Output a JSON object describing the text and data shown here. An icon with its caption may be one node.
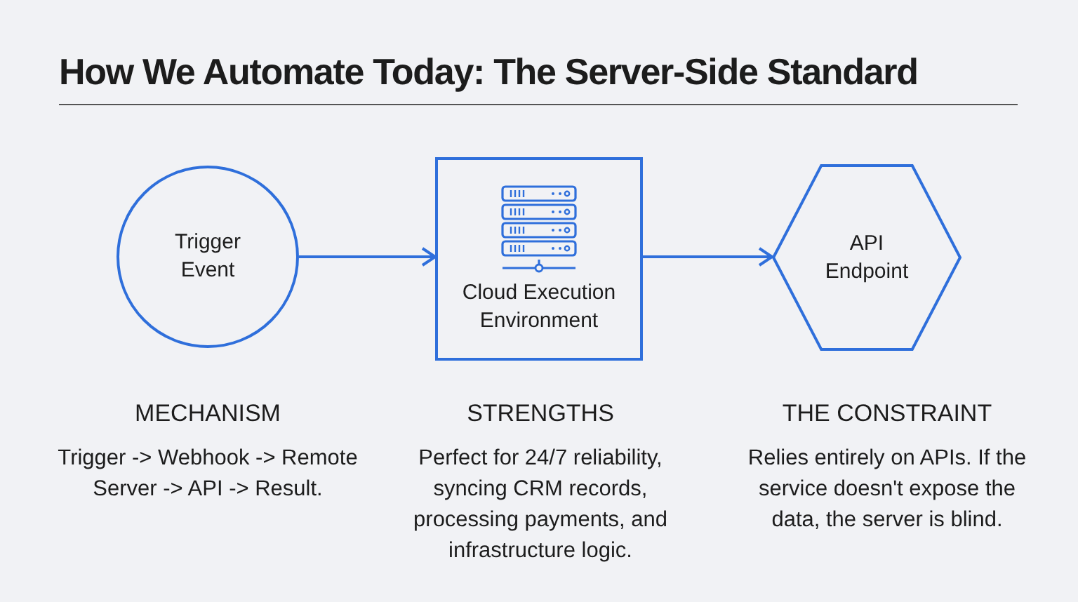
{
  "diagram": {
    "title": "How We Automate Today: The Server-Side Standard",
    "nodes": [
      {
        "text": [
          "Trigger Event"
        ]
      },
      {
        "text": [
          "Cloud Execution Environment"
        ]
      },
      {
        "text": [
          "API Endpoint"
        ]
      }
    ],
    "edges": [
      {
        "from": 0,
        "to": 1,
        "arrow": "to"
      },
      {
        "from": 1,
        "to": 2,
        "arrow": "to"
      }
    ],
    "labels": [
      "MECHANISM",
      "Trigger -> Webhook -> Remote Server -> API -> Result.",
      "STRENGTHS",
      "Perfect for 24/7 reliability, syncing CRM records, processing payments, and infrastructure logic.",
      "THE CONSTRAINT",
      "Relies entirely on APIs. If the service doesn't expose the data, the server is blind."
    ]
  }
}
